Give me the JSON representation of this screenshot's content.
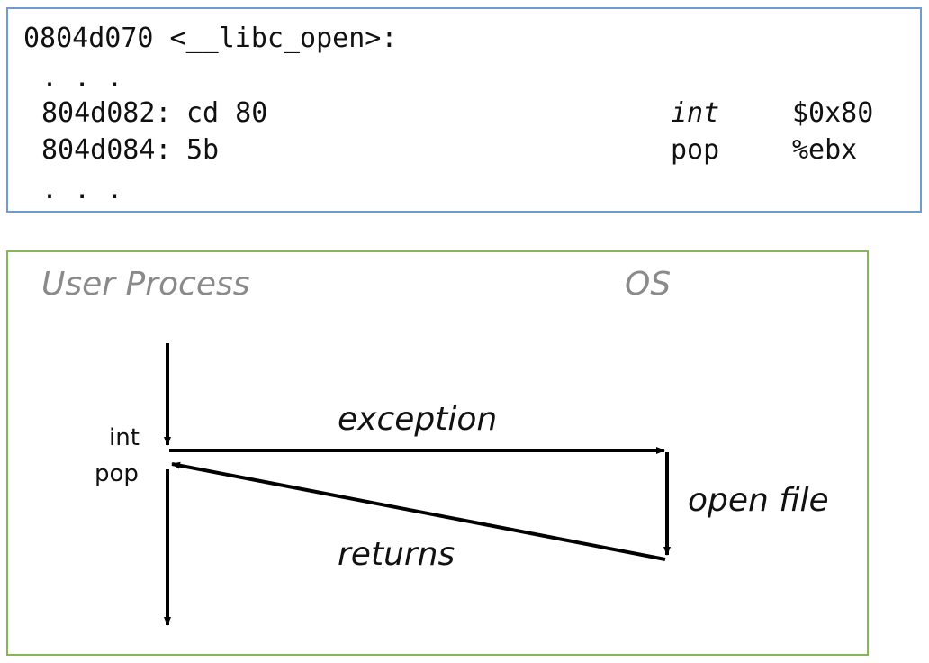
{
  "code": {
    "header": "0804d070 <__libc_open>:",
    "ellipsis_top": ". . .",
    "lines": [
      {
        "addr": "804d082:",
        "bytes": "cd 80",
        "mnemonic": "int",
        "operand": "$0x80"
      },
      {
        "addr": "804d084:",
        "bytes": "5b",
        "mnemonic": "pop",
        "operand": "%ebx"
      }
    ],
    "ellipsis_bottom": ". . ."
  },
  "diagram": {
    "user_label": "User Process",
    "os_label": "OS",
    "int_label": "int",
    "pop_label": "pop",
    "exception_label": "exception",
    "open_file_label": "open file",
    "returns_label": "returns",
    "arrow_color": "#000000",
    "label_gray": "#8a8a8a"
  }
}
